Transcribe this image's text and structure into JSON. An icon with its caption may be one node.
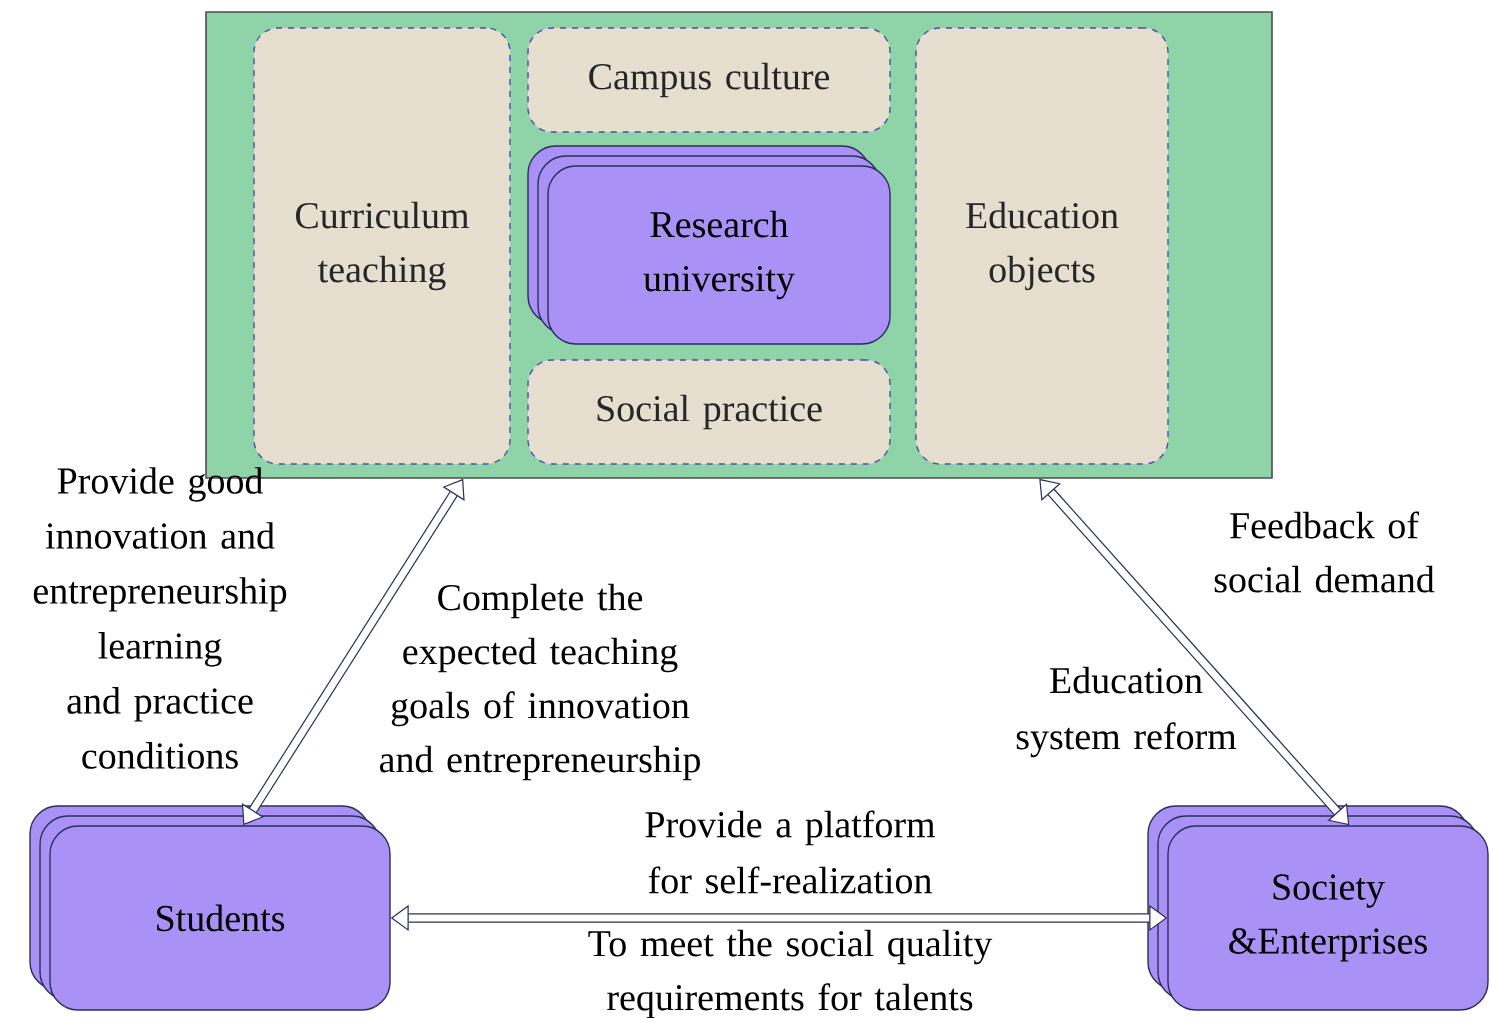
{
  "diagram": {
    "nodes": [
      {
        "text": [],
        "shape": "box"
      },
      {
        "text": [
          "Curriculum teaching"
        ],
        "in": 0
      },
      {
        "text": [
          "Campus culture"
        ],
        "in": 0
      },
      {
        "text": [
          "Research university"
        ],
        "in": 0
      },
      {
        "text": [
          "Social practice"
        ],
        "in": 0
      },
      {
        "text": [
          "Education objects"
        ],
        "in": 0
      },
      {
        "text": [
          "Students"
        ]
      },
      {
        "text": [
          "Society &Enterprises"
        ]
      }
    ],
    "edges": [
      {
        "from": 0,
        "to": 6,
        "arrow": "both",
        "label": "Provide good innovation and entrepreneurship learning and practice conditions"
      },
      {
        "from": 0,
        "to": 7,
        "arrow": "both",
        "label": "Feedback of social demand"
      },
      {
        "from": 6,
        "to": 7,
        "arrow": "both",
        "label": "Provide a platform for self-realization"
      }
    ],
    "labels": [
      "Complete the expected teaching goals of innovation and entrepreneurship",
      "Education system reform",
      "To meet the social quality requirements for talents"
    ]
  }
}
